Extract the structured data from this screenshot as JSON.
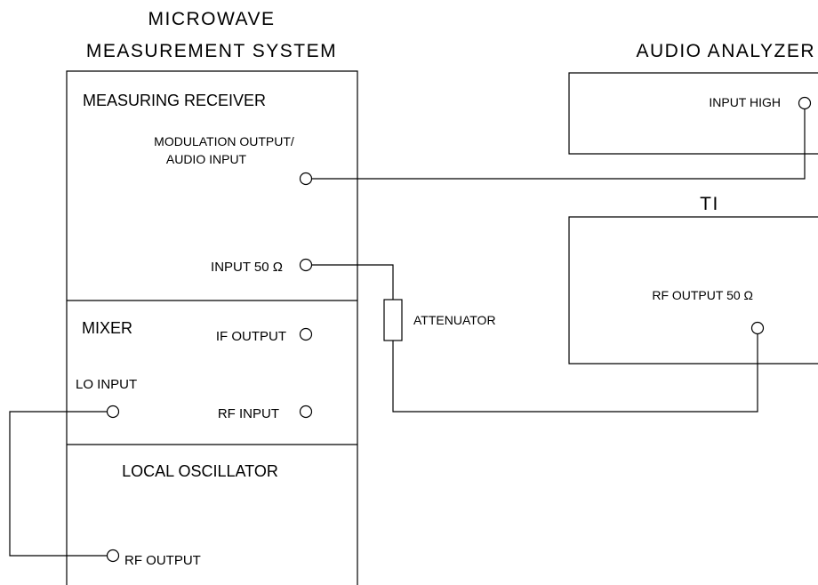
{
  "diagram": {
    "system_title_line1": "MICROWAVE",
    "system_title_line2": "MEASUREMENT SYSTEM",
    "audio_analyzer_title": "AUDIO ANALYZER",
    "ti_title": "TI",
    "measuring_receiver": {
      "label": "MEASURING RECEIVER",
      "modulation_output_line1": "MODULATION OUTPUT/",
      "modulation_output_line2": "AUDIO INPUT",
      "input_50": "INPUT 50  Ω"
    },
    "mixer": {
      "label": "MIXER",
      "if_output": "IF OUTPUT",
      "lo_input": "LO INPUT",
      "rf_input": "RF INPUT"
    },
    "local_oscillator": {
      "label": "LOCAL OSCILLATOR",
      "rf_output": "RF OUTPUT"
    },
    "audio_analyzer": {
      "input_high": "INPUT HIGH"
    },
    "ti": {
      "rf_output": "RF OUTPUT 50  Ω"
    },
    "attenuator_label": "ATTENUATOR"
  }
}
